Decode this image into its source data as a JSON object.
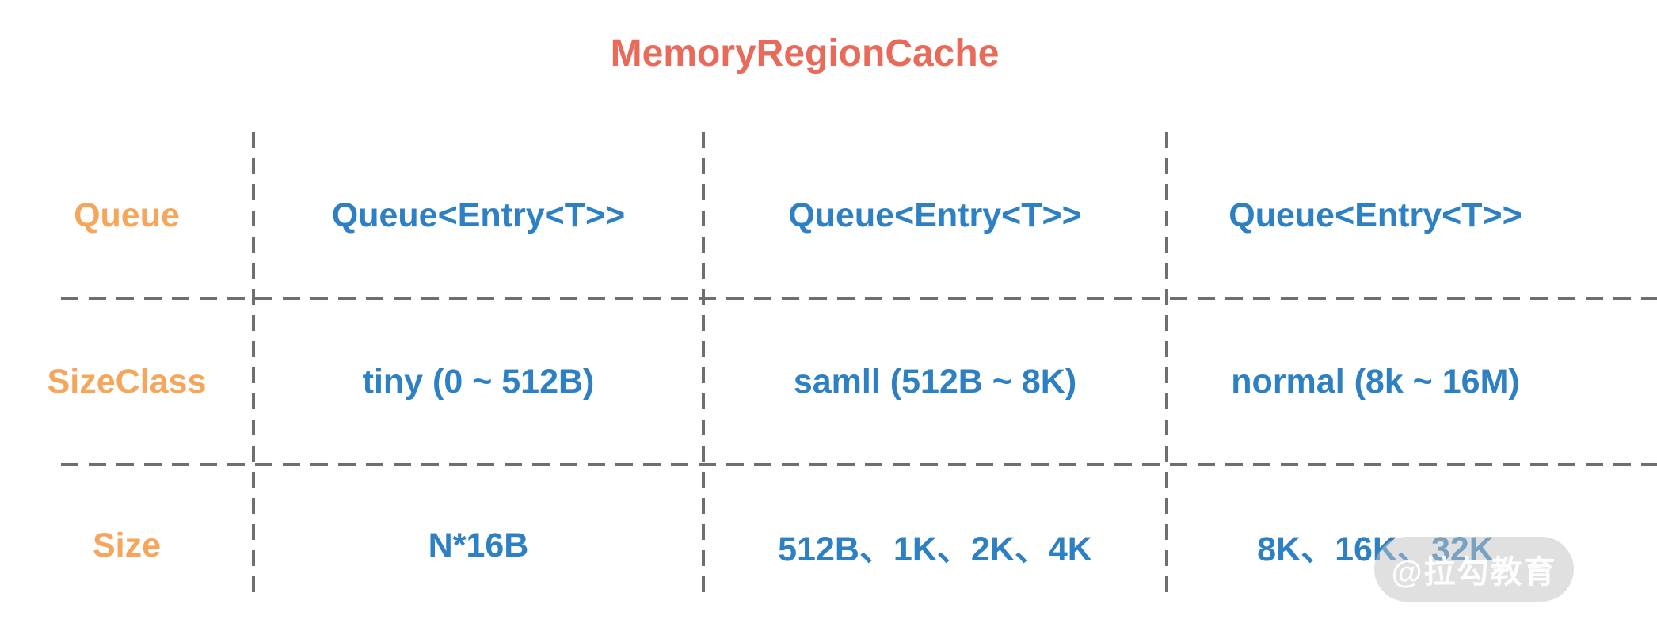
{
  "title": "MemoryRegionCache",
  "table": {
    "rows": [
      {
        "label": "Queue",
        "cells": [
          "Queue<Entry<T>>",
          "Queue<Entry<T>>",
          "Queue<Entry<T>>"
        ]
      },
      {
        "label": "SizeClass",
        "cells": [
          "tiny (0 ~ 512B)",
          "samll (512B ~ 8K)",
          "normal (8k ~ 16M)"
        ]
      },
      {
        "label": "Size",
        "cells": [
          "N*16B",
          "512B、1K、2K、4K",
          "8K、16K、32K"
        ]
      }
    ]
  },
  "watermark": {
    "text": "@拉勾教育"
  },
  "colors": {
    "title": "#EA6A5A",
    "row_label": "#F6A65B",
    "cell_text": "#2E80C4",
    "divider": "#6E6E73",
    "watermark_bg": "#C1C1C1",
    "watermark_text": "#FFFFFF"
  }
}
